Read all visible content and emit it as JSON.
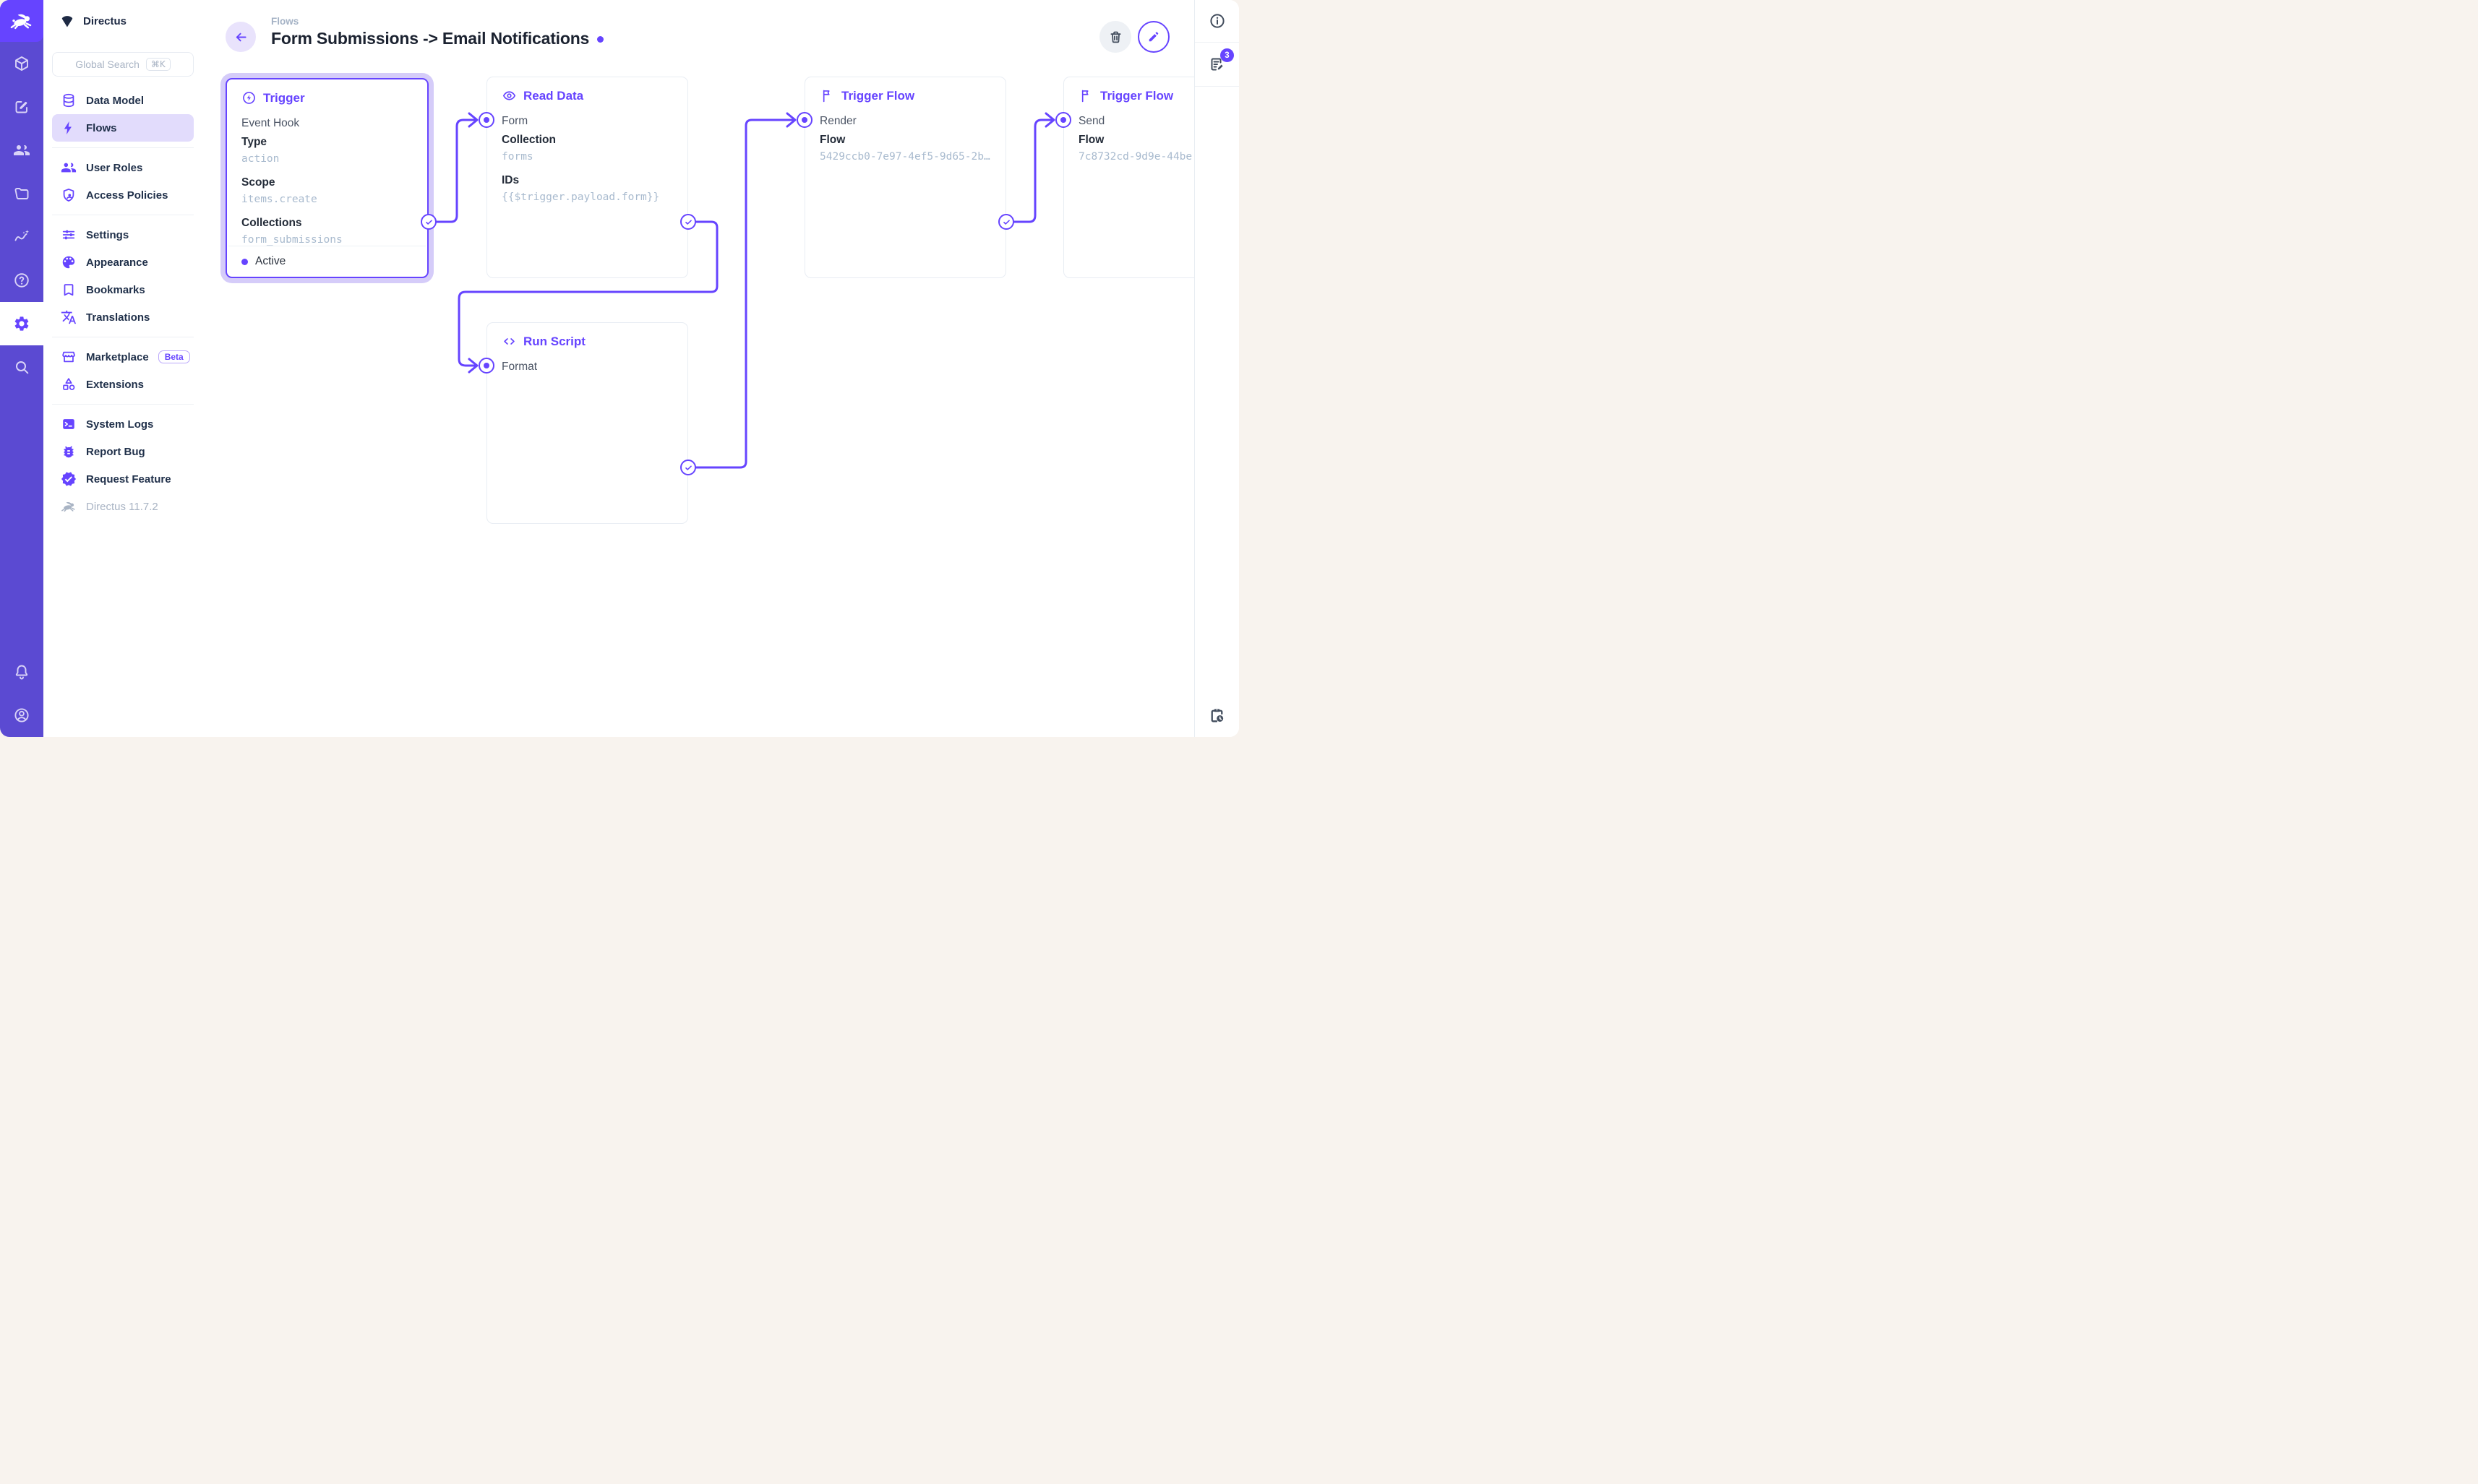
{
  "app": {
    "project_name": "Directus",
    "version_label": "Directus 11.7.2",
    "search": {
      "placeholder": "Global Search",
      "shortcut": "⌘K"
    }
  },
  "module_bar": {
    "icons": [
      "directus-logo",
      "cube",
      "edit-square",
      "people",
      "folder",
      "insights",
      "help",
      "settings",
      "search",
      "bell",
      "account"
    ]
  },
  "nav": {
    "groups": [
      {
        "items": [
          {
            "label": "Data Model",
            "icon": "database"
          },
          {
            "label": "Flows",
            "icon": "bolt"
          }
        ]
      },
      {
        "items": [
          {
            "label": "User Roles",
            "icon": "people"
          },
          {
            "label": "Access Policies",
            "icon": "shield-person"
          }
        ]
      },
      {
        "items": [
          {
            "label": "Settings",
            "icon": "tune"
          },
          {
            "label": "Appearance",
            "icon": "palette"
          },
          {
            "label": "Bookmarks",
            "icon": "bookmark"
          },
          {
            "label": "Translations",
            "icon": "translate"
          }
        ]
      },
      {
        "items": [
          {
            "label": "Marketplace",
            "icon": "storefront",
            "badge": "Beta"
          },
          {
            "label": "Extensions",
            "icon": "category"
          }
        ]
      },
      {
        "items": [
          {
            "label": "System Logs",
            "icon": "terminal"
          },
          {
            "label": "Report Bug",
            "icon": "bug"
          },
          {
            "label": "Request Feature",
            "icon": "verified"
          }
        ]
      }
    ]
  },
  "header": {
    "breadcrumb": "Flows",
    "title": "Form Submissions -> Email Notifications"
  },
  "flow": {
    "trigger": {
      "title": "Trigger",
      "subtitle": "Event Hook",
      "fields": [
        {
          "label": "Type",
          "value": "action"
        },
        {
          "label": "Scope",
          "value": "items.create"
        },
        {
          "label": "Collections",
          "value": "form_submissions"
        }
      ],
      "status": "Active"
    },
    "read_data": {
      "title": "Read Data",
      "key": "Form",
      "fields": [
        {
          "label": "Collection",
          "value": "forms"
        },
        {
          "label": "IDs",
          "value": "{{$trigger.payload.form}}"
        }
      ]
    },
    "run_script": {
      "title": "Run Script",
      "key": "Format"
    },
    "trigger_flow_render": {
      "title": "Trigger Flow",
      "key": "Render",
      "fields": [
        {
          "label": "Flow",
          "value": "5429ccb0-7e97-4ef5-9d65-2b…"
        }
      ]
    },
    "trigger_flow_send": {
      "title": "Trigger Flow",
      "key": "Send",
      "fields": [
        {
          "label": "Flow",
          "value": "7c8732cd-9d9e-44be"
        }
      ]
    }
  },
  "right_sidebar": {
    "notices_badge": "3"
  },
  "colors": {
    "accent": "#6644FF",
    "module_bar": "#5B4AD2",
    "logo_tile": "#6644FF",
    "selection_halo": "#D5CCF9",
    "active_nav_bg": "#E2DCFC",
    "value_text": "#A8BACE",
    "frame_background": "#F8F3EE"
  }
}
